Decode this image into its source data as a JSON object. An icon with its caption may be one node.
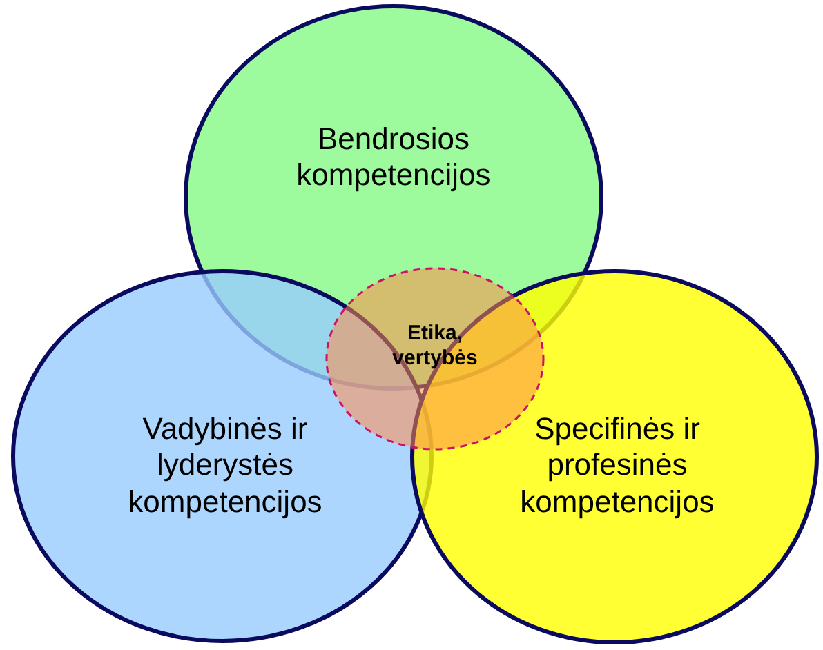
{
  "diagram": {
    "nodes": [
      {
        "text": [
          "Bendrosios kompetencijos"
        ]
      },
      {
        "text": [
          "Vadybinės ir lyderystės kompetencijos"
        ]
      },
      {
        "text": [
          "Specifinės ir profesinės kompetencijos"
        ]
      },
      {
        "text": [
          "Etika, vertybės"
        ]
      }
    ],
    "edges": []
  }
}
